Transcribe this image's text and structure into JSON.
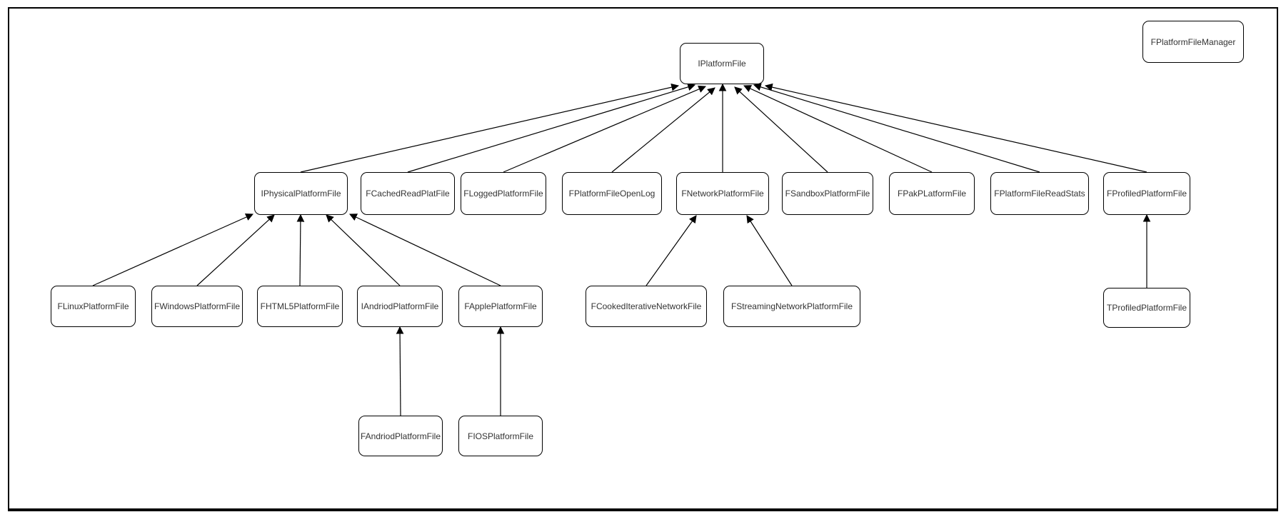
{
  "diagram": {
    "type": "class-hierarchy",
    "colors": {
      "stroke": "#000000",
      "node_fill": "#ffffff",
      "text": "#333333",
      "background": "#ffffff"
    },
    "nodes": {
      "iplatformfile": {
        "label": "IPlatformFile"
      },
      "fplatformfilemanager": {
        "label": "FPlatformFileManager"
      },
      "iphysicalplatformfile": {
        "label": "IPhysicalPlatformFile"
      },
      "fcachedreadplatfile": {
        "label": "FCachedReadPlatFile"
      },
      "floggedplatformfile": {
        "label": "FLoggedPlatformFile"
      },
      "fplatformfileopenlog": {
        "label": "FPlatformFileOpenLog"
      },
      "fnetworkplatformfile": {
        "label": "FNetworkPlatformFile"
      },
      "fsandboxplatformfile": {
        "label": "FSandboxPlatformFile"
      },
      "fpakplatformfile": {
        "label": "FPakPLatformFile"
      },
      "fplatformfilereadstats": {
        "label": "FPlatformFileReadStats"
      },
      "fprofiledplatformfile": {
        "label": "FProfiledPlatformFile"
      },
      "flinuxplatformfile": {
        "label": "FLinuxPlatformFile"
      },
      "fwindowsplatformfile": {
        "label": "FWindowsPlatformFile"
      },
      "fhtml5platformfile": {
        "label": "FHTML5PlatformFile"
      },
      "iandriodplatformfile": {
        "label": "IAndriodPlatformFile"
      },
      "fappleplatformfile": {
        "label": "FApplePlatformFile"
      },
      "fcookediterativenetworkfile": {
        "label": "FCookedIterativeNetworkFile"
      },
      "fstreamingnetworkplatformfile": {
        "label": "FStreamingNetworkPlatformFile"
      },
      "tprofiledplatformfile": {
        "label": "TProfiledPlatformFile"
      },
      "fandriodplatformfile": {
        "label": "FAndriodPlatformFile"
      },
      "fiosplatformfile": {
        "label": "FIOSPlatformFile"
      }
    },
    "edges": [
      {
        "from": "IPhysicalPlatformFile",
        "to": "IPlatformFile"
      },
      {
        "from": "FCachedReadPlatFile",
        "to": "IPlatformFile"
      },
      {
        "from": "FLoggedPlatformFile",
        "to": "IPlatformFile"
      },
      {
        "from": "FPlatformFileOpenLog",
        "to": "IPlatformFile"
      },
      {
        "from": "FNetworkPlatformFile",
        "to": "IPlatformFile"
      },
      {
        "from": "FSandboxPlatformFile",
        "to": "IPlatformFile"
      },
      {
        "from": "FPakPLatformFile",
        "to": "IPlatformFile"
      },
      {
        "from": "FPlatformFileReadStats",
        "to": "IPlatformFile"
      },
      {
        "from": "FProfiledPlatformFile",
        "to": "IPlatformFile"
      },
      {
        "from": "FLinuxPlatformFile",
        "to": "IPhysicalPlatformFile"
      },
      {
        "from": "FWindowsPlatformFile",
        "to": "IPhysicalPlatformFile"
      },
      {
        "from": "FHTML5PlatformFile",
        "to": "IPhysicalPlatformFile"
      },
      {
        "from": "IAndriodPlatformFile",
        "to": "IPhysicalPlatformFile"
      },
      {
        "from": "FApplePlatformFile",
        "to": "IPhysicalPlatformFile"
      },
      {
        "from": "FCookedIterativeNetworkFile",
        "to": "FNetworkPlatformFile"
      },
      {
        "from": "FStreamingNetworkPlatformFile",
        "to": "FNetworkPlatformFile"
      },
      {
        "from": "TProfiledPlatformFile",
        "to": "FProfiledPlatformFile"
      },
      {
        "from": "FAndriodPlatformFile",
        "to": "IAndriodPlatformFile"
      },
      {
        "from": "FIOSPlatformFile",
        "to": "FApplePlatformFile"
      }
    ]
  }
}
